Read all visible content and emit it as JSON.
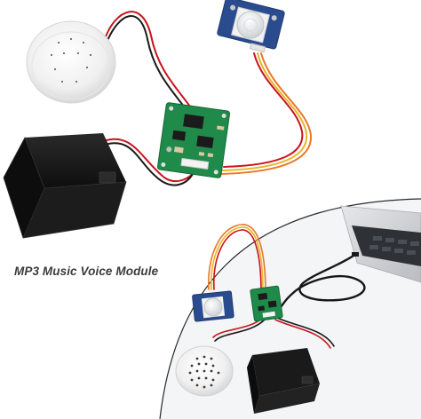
{
  "caption": "MP3 Music Voice Module",
  "scenes": {
    "top": {
      "components": [
        "round-speaker",
        "pir-motion-sensor",
        "mp3-module-board",
        "battery-box",
        "wires"
      ]
    },
    "bottom": {
      "components": [
        "laptop",
        "usb-cable",
        "pir-motion-sensor",
        "mp3-module-board",
        "round-speaker",
        "battery-box",
        "wires"
      ]
    }
  },
  "colors": {
    "background": "#ffffff",
    "pcb_green": "#1f8a4a",
    "pir_blue": "#2a4c8f",
    "battery_black": "#151515",
    "speaker_white": "#f1f1f1",
    "wire_red": "#c8141e",
    "wire_black": "#1a1a1a",
    "wire_yellow": "#e8b626",
    "wire_orange": "#e87828"
  }
}
